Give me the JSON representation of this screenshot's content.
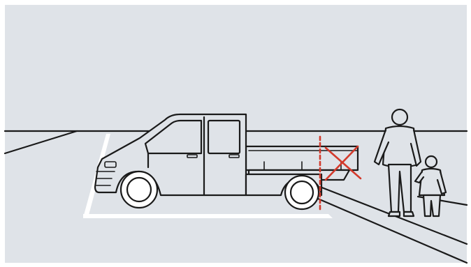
{
  "colors": {
    "background": "#dfe3e8",
    "line": "#1a1a1a",
    "parking_marking": "#ffffff",
    "warning_cross": "#d33a2c"
  },
  "icons": [
    "pickup-truck-illustration",
    "adult-figure-illustration",
    "child-figure-illustration",
    "red-cross-mark"
  ]
}
